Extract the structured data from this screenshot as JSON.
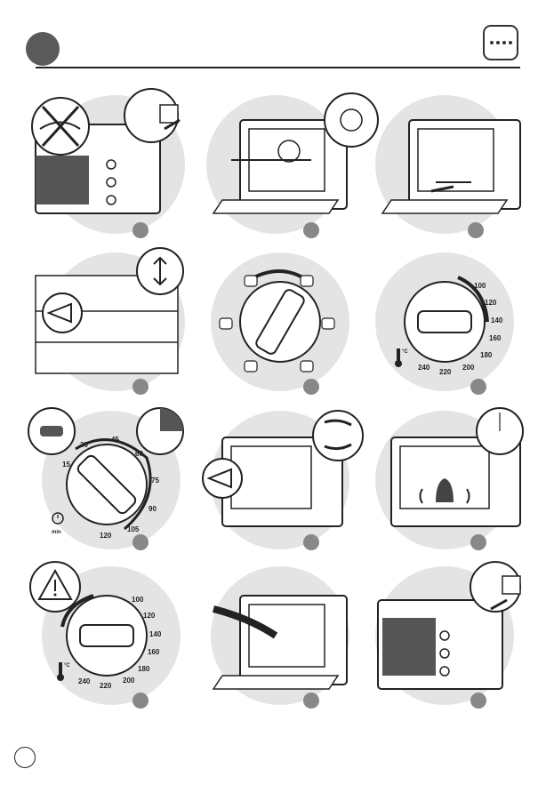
{
  "header": {
    "badge_icon": "cooking-mode-icon"
  },
  "steps": [
    {
      "icon": "unplug-cord-crossed-icon"
    },
    {
      "icon": "insert-rack-icon"
    },
    {
      "icon": "insert-tray-icon"
    },
    {
      "icon": "rack-height-icon"
    },
    {
      "icon": "function-selector-icon"
    },
    {
      "icon": "temperature-knob-icon"
    },
    {
      "icon": "timer-knob-icon"
    },
    {
      "icon": "watch-cooking-icon"
    },
    {
      "icon": "end-bell-icon"
    },
    {
      "icon": "temperature-reset-icon"
    },
    {
      "icon": "remove-food-icon"
    },
    {
      "icon": "unplug-icon"
    }
  ],
  "temp_scale": [
    "100",
    "120",
    "140",
    "160",
    "180",
    "200",
    "220",
    "240"
  ],
  "temp_unit": "°C",
  "timer_scale": [
    "15",
    "30",
    "45",
    "60",
    "75",
    "90",
    "105",
    "120"
  ],
  "timer_unit": "min"
}
